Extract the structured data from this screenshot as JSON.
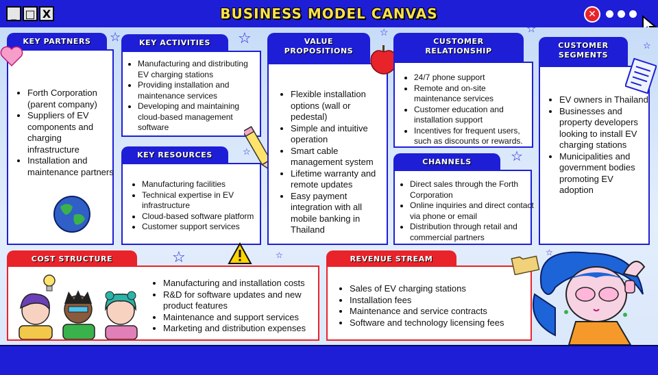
{
  "window": {
    "title": "BUSINESS MODEL CANVAS",
    "controls": [
      "_",
      "□",
      "X"
    ]
  },
  "colors": {
    "accent": "#1e1ed6",
    "title": "#ffe24a",
    "red": "#e8232a"
  },
  "key_partners": {
    "heading": "KEY PARTNERS",
    "items": [
      "Forth Corporation (parent company)",
      "Suppliers of EV components and charging infrastructure",
      "Installation and maintenance partners"
    ]
  },
  "key_activities": {
    "heading": "KEY ACTIVITIES",
    "items": [
      "Manufacturing and distributing EV charging stations",
      "Providing installation and maintenance services",
      "Developing and maintaining cloud-based management software"
    ]
  },
  "key_resources": {
    "heading": "KEY RESOURCES",
    "items": [
      "Manufacturing facilities",
      "Technical expertise in EV infrastructure",
      "Cloud-based software platform",
      "Customer support services"
    ]
  },
  "value_propositions": {
    "heading_line1": "VALUE",
    "heading_line2": "PROPOSITIONS",
    "items": [
      "Flexible installation options (wall or pedestal)",
      "Simple and intuitive operation",
      "Smart cable management system",
      "Lifetime warranty and remote updates",
      "Easy payment integration with all mobile banking in Thailand"
    ]
  },
  "customer_relationship": {
    "heading_line1": "CUSTOMER",
    "heading_line2": "RELATIONSHIP",
    "items": [
      "24/7 phone support",
      "Remote and on-site maintenance services",
      "Customer education and installation support",
      "Incentives for frequent users, such as discounts or rewards."
    ]
  },
  "channels": {
    "heading": "CHANNELS",
    "items": [
      "Direct sales through the Forth Corporation",
      "Online inquiries and direct contact via phone or email",
      "Distribution through retail and commercial partners"
    ]
  },
  "customer_segments": {
    "heading_line1": "CUSTOMER",
    "heading_line2": "SEGMENTS",
    "items": [
      "EV owners in Thailand",
      "Businesses and property developers looking to install EV charging stations",
      "Municipalities and government bodies promoting EV adoption"
    ]
  },
  "cost_structure": {
    "heading": "COST STRUCTURE",
    "items": [
      "Manufacturing and installation costs",
      "R&D for software updates and new product features",
      "Maintenance and support services",
      "Marketing and distribution expenses"
    ]
  },
  "revenue_stream": {
    "heading": "REVENUE STREAM",
    "items": [
      "Sales of EV charging stations",
      "Installation fees",
      "Maintenance and service contracts",
      "Software and technology licensing fees"
    ]
  },
  "icons": [
    "minimize-icon",
    "maximize-icon",
    "close-icon",
    "more-dots-icon",
    "cursor-icon",
    "heart-icon",
    "globe-icon",
    "apple-icon",
    "pencil-icon",
    "notepad-icon",
    "warning-icon",
    "lightbulb-icon",
    "folder-icon",
    "star-icon"
  ]
}
